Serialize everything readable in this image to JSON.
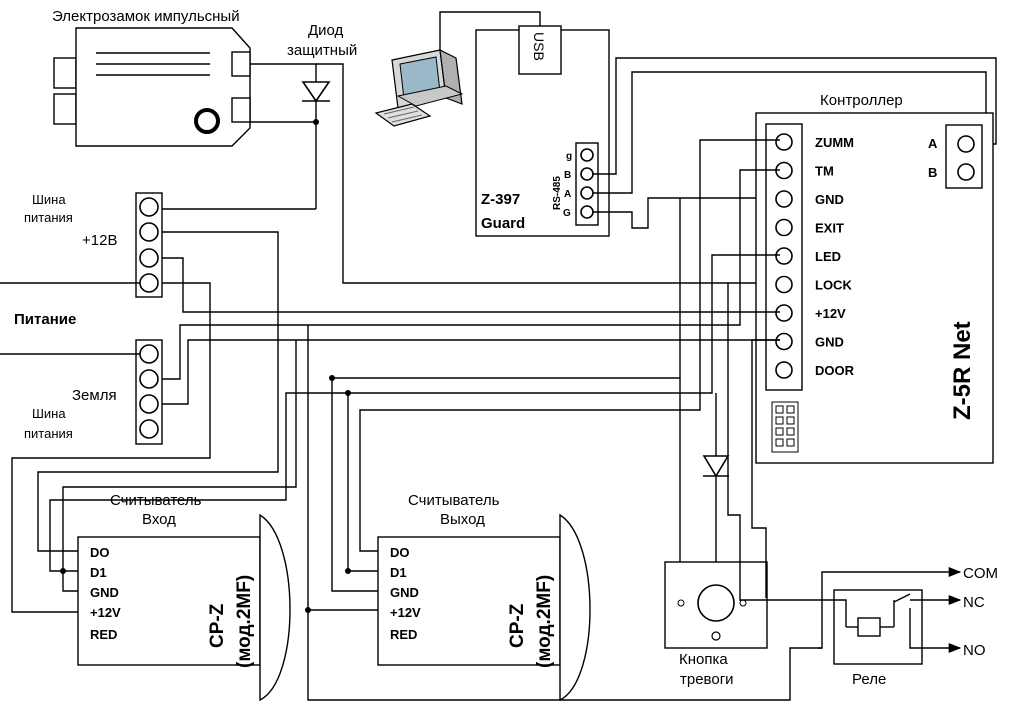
{
  "lock": {
    "label": "Электрозамок импульсный"
  },
  "diode": {
    "label_line1": "Диод",
    "label_line2": "защитный"
  },
  "converter": {
    "name": "Z-397",
    "name2": "Guard",
    "usb": "USB",
    "bus": "RS-485",
    "pins": [
      "g",
      "B",
      "A",
      "G"
    ]
  },
  "controller": {
    "title": "Контроллер",
    "name": "Z-5R Net",
    "terminals": [
      "ZUMM",
      "TM",
      "GND",
      "EXIT",
      "LED",
      "LOCK",
      "+12V",
      "GND",
      "DOOR"
    ],
    "ab_terminals": [
      "A",
      "B"
    ]
  },
  "power": {
    "bus1_line1": "Шина",
    "bus1_line2": "питания",
    "plus12": "+12В",
    "supply": "Питание",
    "ground": "Земля",
    "bus2_line1": "Шина",
    "bus2_line2": "питания"
  },
  "reader_in": {
    "title1": "Считыватель",
    "title2": "Вход",
    "model1": "CP-Z",
    "model2": "(мод.2MF)",
    "pins": [
      "DO",
      "D1",
      "GND",
      "+12V",
      "RED"
    ]
  },
  "reader_out": {
    "title1": "Считыватель",
    "title2": "Выход",
    "model1": "CP-Z",
    "model2": "(мод.2MF)",
    "pins": [
      "DO",
      "D1",
      "GND",
      "+12V",
      "RED"
    ]
  },
  "alarm_button": {
    "label1": "Кнопка",
    "label2": "тревоги"
  },
  "relay": {
    "label": "Реле",
    "com": "COM",
    "nc": "NC",
    "no": "NO"
  }
}
